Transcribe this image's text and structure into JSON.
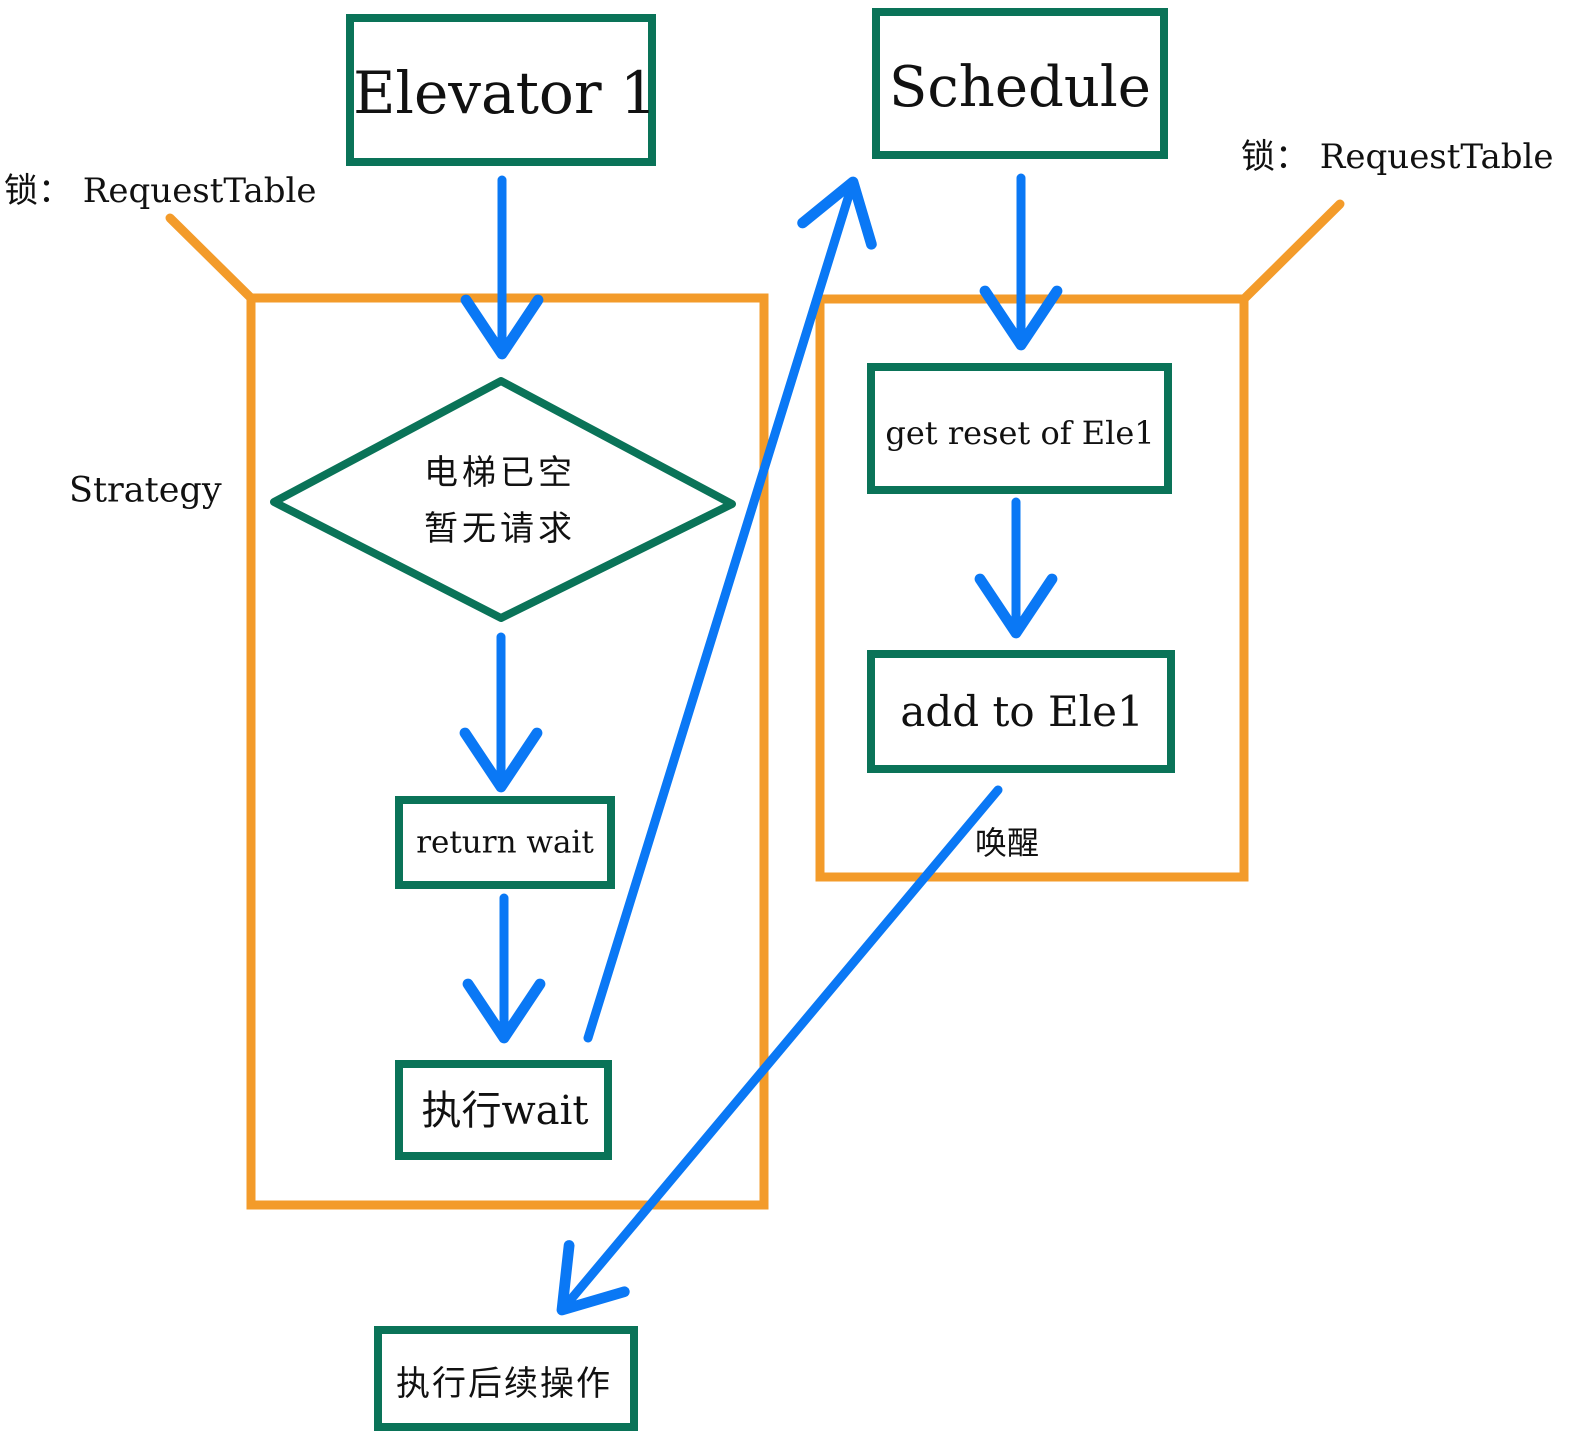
{
  "colors": {
    "box_border": "#0a7358",
    "lock_frame": "#f39b2a",
    "arrow": "#0a78f5",
    "text": "#111111"
  },
  "nodes": {
    "elevator": "Elevator 1",
    "schedule": "Schedule",
    "decision_line1": "电梯已空",
    "decision_line2": "暂无请求",
    "return_wait": "return wait",
    "exec_wait": "执行wait",
    "get_reset": "get reset of Ele1",
    "add_to": "add to Ele1",
    "follow_up": "执行后续操作"
  },
  "labels": {
    "lock_left": "锁：  RequestTable",
    "lock_right": "锁：  RequestTable",
    "strategy": "Strategy",
    "wake": "唤醒"
  }
}
